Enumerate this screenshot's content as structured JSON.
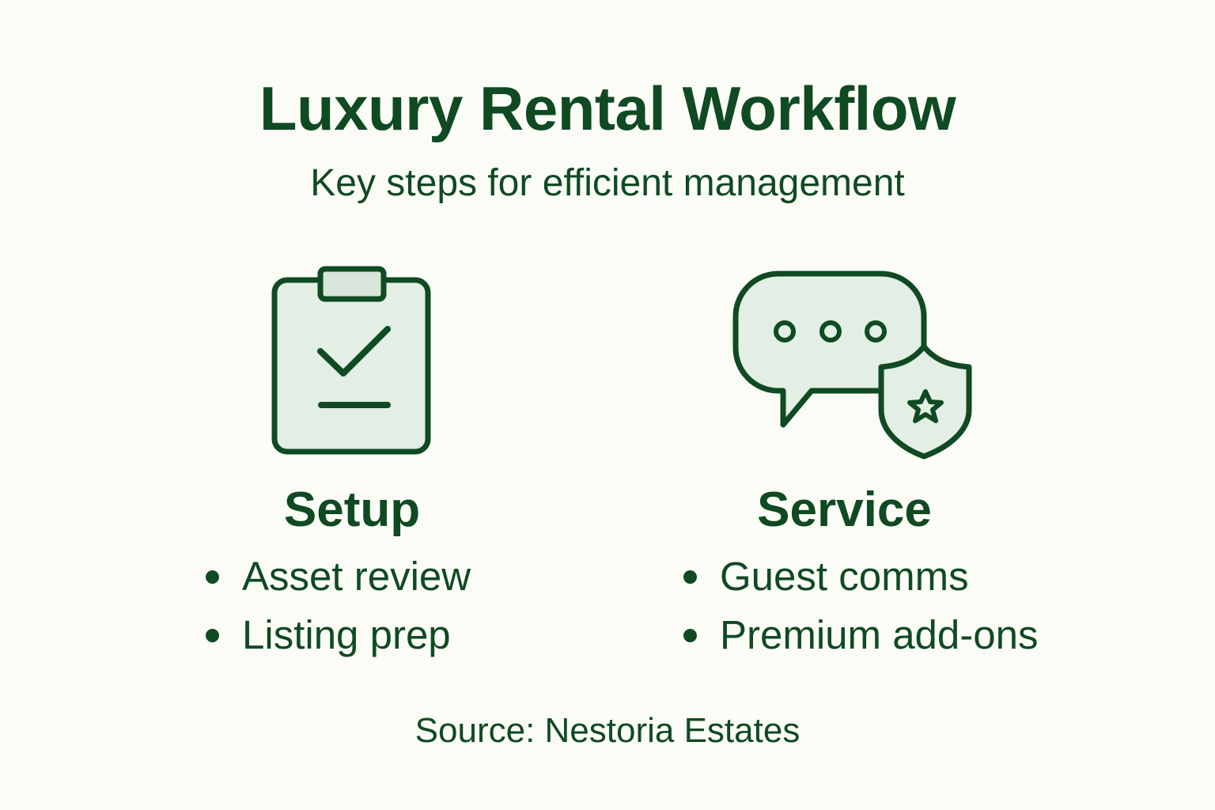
{
  "header": {
    "title": "Luxury Rental Workflow",
    "subtitle": "Key steps for efficient management"
  },
  "colors": {
    "background": "#fcfcf7",
    "primary": "#0f4a22",
    "icon_fill": "#e3eee4"
  },
  "columns": [
    {
      "icon": "clipboard-check-icon",
      "title": "Setup",
      "items": [
        "Asset review",
        "Listing prep"
      ]
    },
    {
      "icon": "chat-bubble-shield-star-icon",
      "title": "Service",
      "items": [
        "Guest comms",
        "Premium add-ons"
      ]
    }
  ],
  "footer": {
    "source": "Source: Nestoria Estates"
  }
}
